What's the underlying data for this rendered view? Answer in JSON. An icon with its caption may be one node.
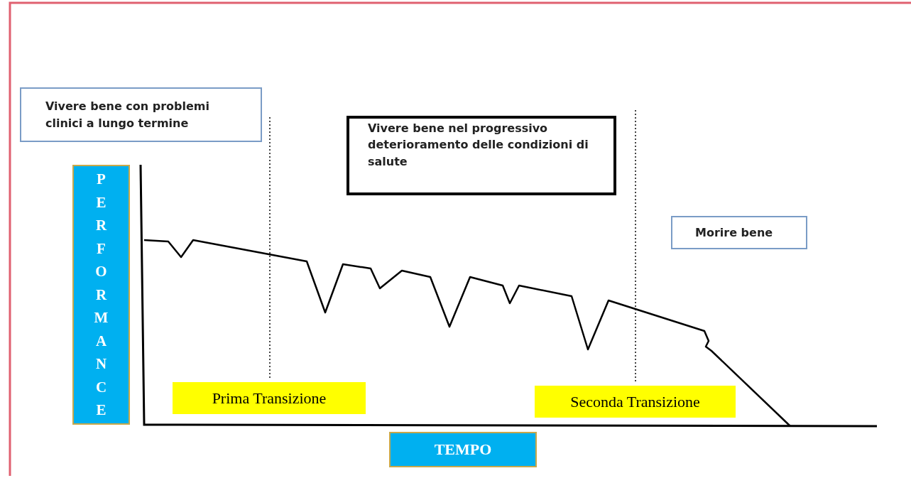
{
  "diagram": {
    "nodes": [
      {
        "text": [
          "Vivere bene con problemi clinici a lungo termine"
        ]
      },
      {
        "text": [
          "Vivere bene nel progressivo deterioramento delle condizioni di salute"
        ]
      },
      {
        "text": [
          "Morire bene"
        ]
      },
      {
        "text": [
          "PERFORMANCE"
        ]
      },
      {
        "text": [
          "Prima Transizione"
        ]
      },
      {
        "text": [
          "Seconda Transizione"
        ]
      },
      {
        "text": [
          "TEMPO"
        ]
      }
    ]
  }
}
